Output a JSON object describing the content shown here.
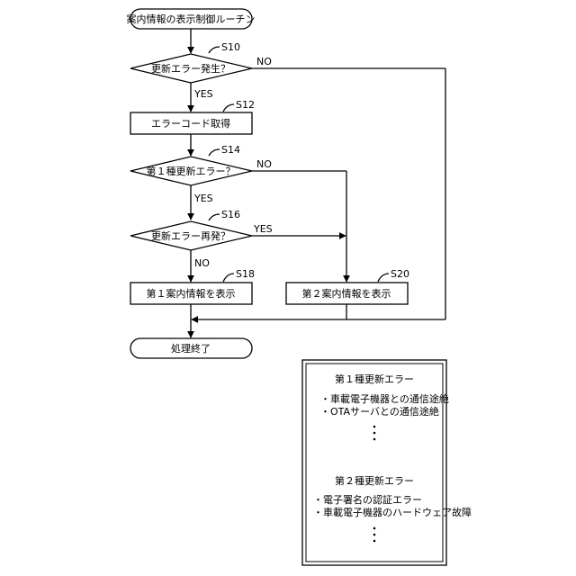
{
  "flowchart": {
    "start": "案内情報の表示制御ルーチン",
    "end": "処理終了",
    "steps": {
      "s10": {
        "id": "S10",
        "text": "更新エラー発生？"
      },
      "s12": {
        "id": "S12",
        "text": "エラーコード取得"
      },
      "s14": {
        "id": "S14",
        "text": "第１種更新エラー？"
      },
      "s16": {
        "id": "S16",
        "text": "更新エラー再発？"
      },
      "s18": {
        "id": "S18",
        "text": "第１案内情報を表示"
      },
      "s20": {
        "id": "S20",
        "text": "第２案内情報を表示"
      }
    },
    "labels": {
      "yes": "YES",
      "no": "NO"
    }
  },
  "legend": {
    "type1": {
      "title": "第１種更新エラー",
      "items": [
        "・車載電子機器との通信途絶",
        "・OTAサーバとの通信途絶"
      ]
    },
    "type2": {
      "title": "第２種更新エラー",
      "items": [
        "・電子署名の認証エラー",
        "・車載電子機器のハードウェア故障"
      ]
    }
  }
}
